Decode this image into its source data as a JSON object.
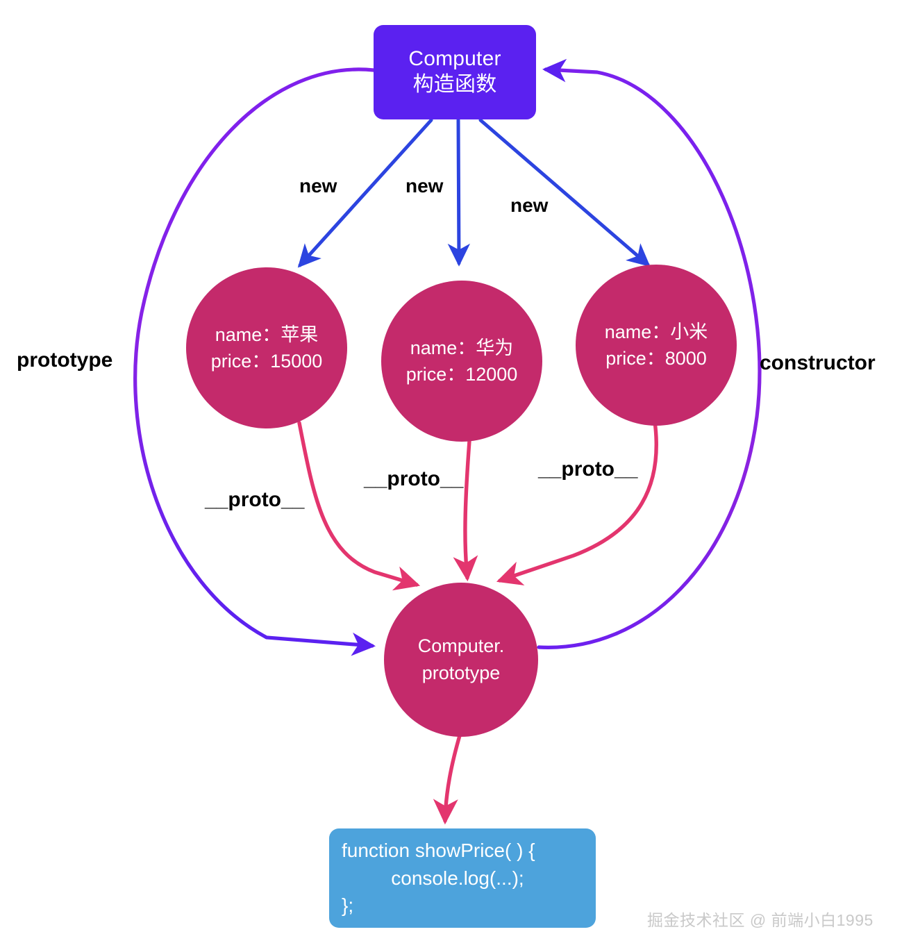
{
  "diagram": {
    "title_node": {
      "line1": "Computer",
      "line2": "构造函数"
    },
    "instances": [
      {
        "name_line": "name：苹果",
        "price_line": "price：15000"
      },
      {
        "name_line": "name：华为",
        "price_line": "price：12000"
      },
      {
        "name_line": "name：小米",
        "price_line": "price：8000"
      }
    ],
    "prototype_node": {
      "line1": "Computer.",
      "line2": "prototype"
    },
    "function_node": {
      "line1": "function showPrice( ) {",
      "line2": "console.log(...);",
      "line3": "};"
    },
    "edge_labels": {
      "prototype": "prototype",
      "constructor": "constructor",
      "new_1": "new",
      "new_2": "new",
      "new_3": "new",
      "proto_1": "__proto__",
      "proto_2": "__proto__",
      "proto_3": "__proto__"
    },
    "watermark": "掘金技术社区 @ 前端小白1995",
    "colors": {
      "constructor_box": "#5b21f0",
      "instance_circle": "#c42a6b",
      "prototype_circle": "#c42a6b",
      "function_box": "#4da3dc",
      "new_arrow": "#2c44e0",
      "proto_arrow": "#e3356e",
      "prototype_curve_start": "#e3356e",
      "prototype_curve_end": "#5b21f0",
      "label_text": "#000000",
      "node_text": "#ffffff",
      "watermark_text": "#c9c9c9",
      "background": "#ffffff"
    }
  }
}
